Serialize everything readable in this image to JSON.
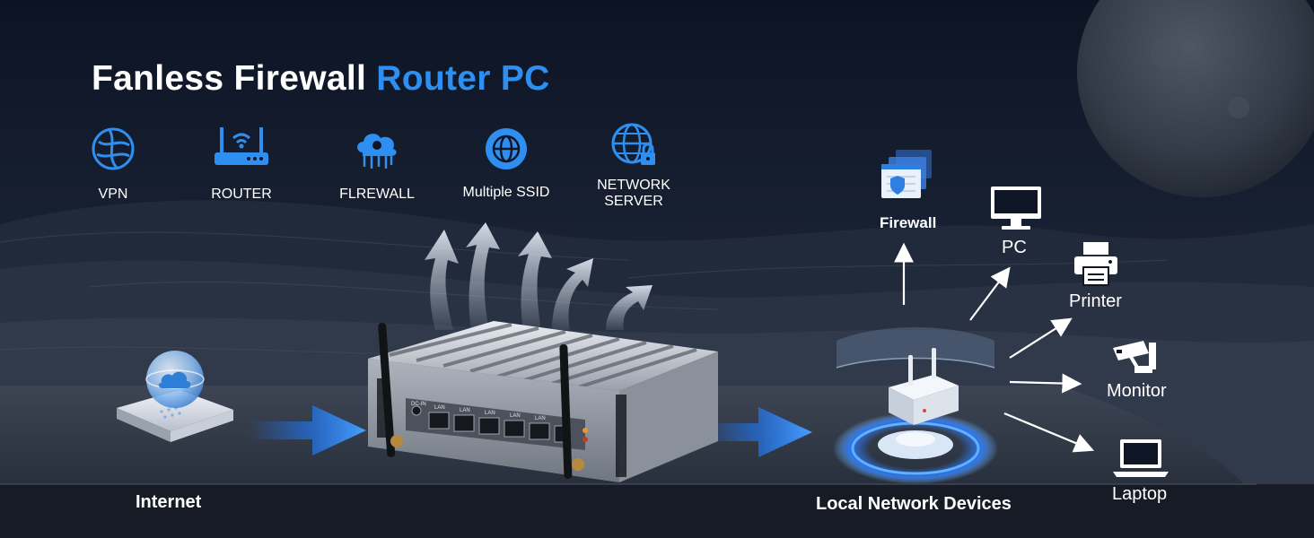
{
  "title": {
    "prefix": "Fanless Firewall",
    "accent": "Router PC"
  },
  "features": [
    {
      "label": "VPN",
      "icon": "globe-icon"
    },
    {
      "label": "ROUTER",
      "icon": "router-icon"
    },
    {
      "label": "FLREWALL",
      "icon": "cloud-circuit-icon"
    },
    {
      "label": "Multiple SSID",
      "icon": "shield-globe-icon"
    },
    {
      "label": "NETWORK\nSERVER",
      "icon": "globe-lock-icon"
    }
  ],
  "flow": {
    "source": "Internet",
    "destination": "Local Network Devices"
  },
  "hardware": {
    "port_label": "LAN",
    "dc_label": "DC-IN"
  },
  "devices": [
    {
      "label": "Firewall",
      "icon": "firewall-icon"
    },
    {
      "label": "PC",
      "icon": "monitor-icon"
    },
    {
      "label": "Printer",
      "icon": "printer-icon"
    },
    {
      "label": "Monitor",
      "icon": "security-camera-icon"
    },
    {
      "label": "Laptop",
      "icon": "laptop-icon"
    }
  ],
  "colors": {
    "accent": "#2f8ff0",
    "text": "#ffffff",
    "background": "#0e1626",
    "arrow_blue": "#1e7bff"
  }
}
